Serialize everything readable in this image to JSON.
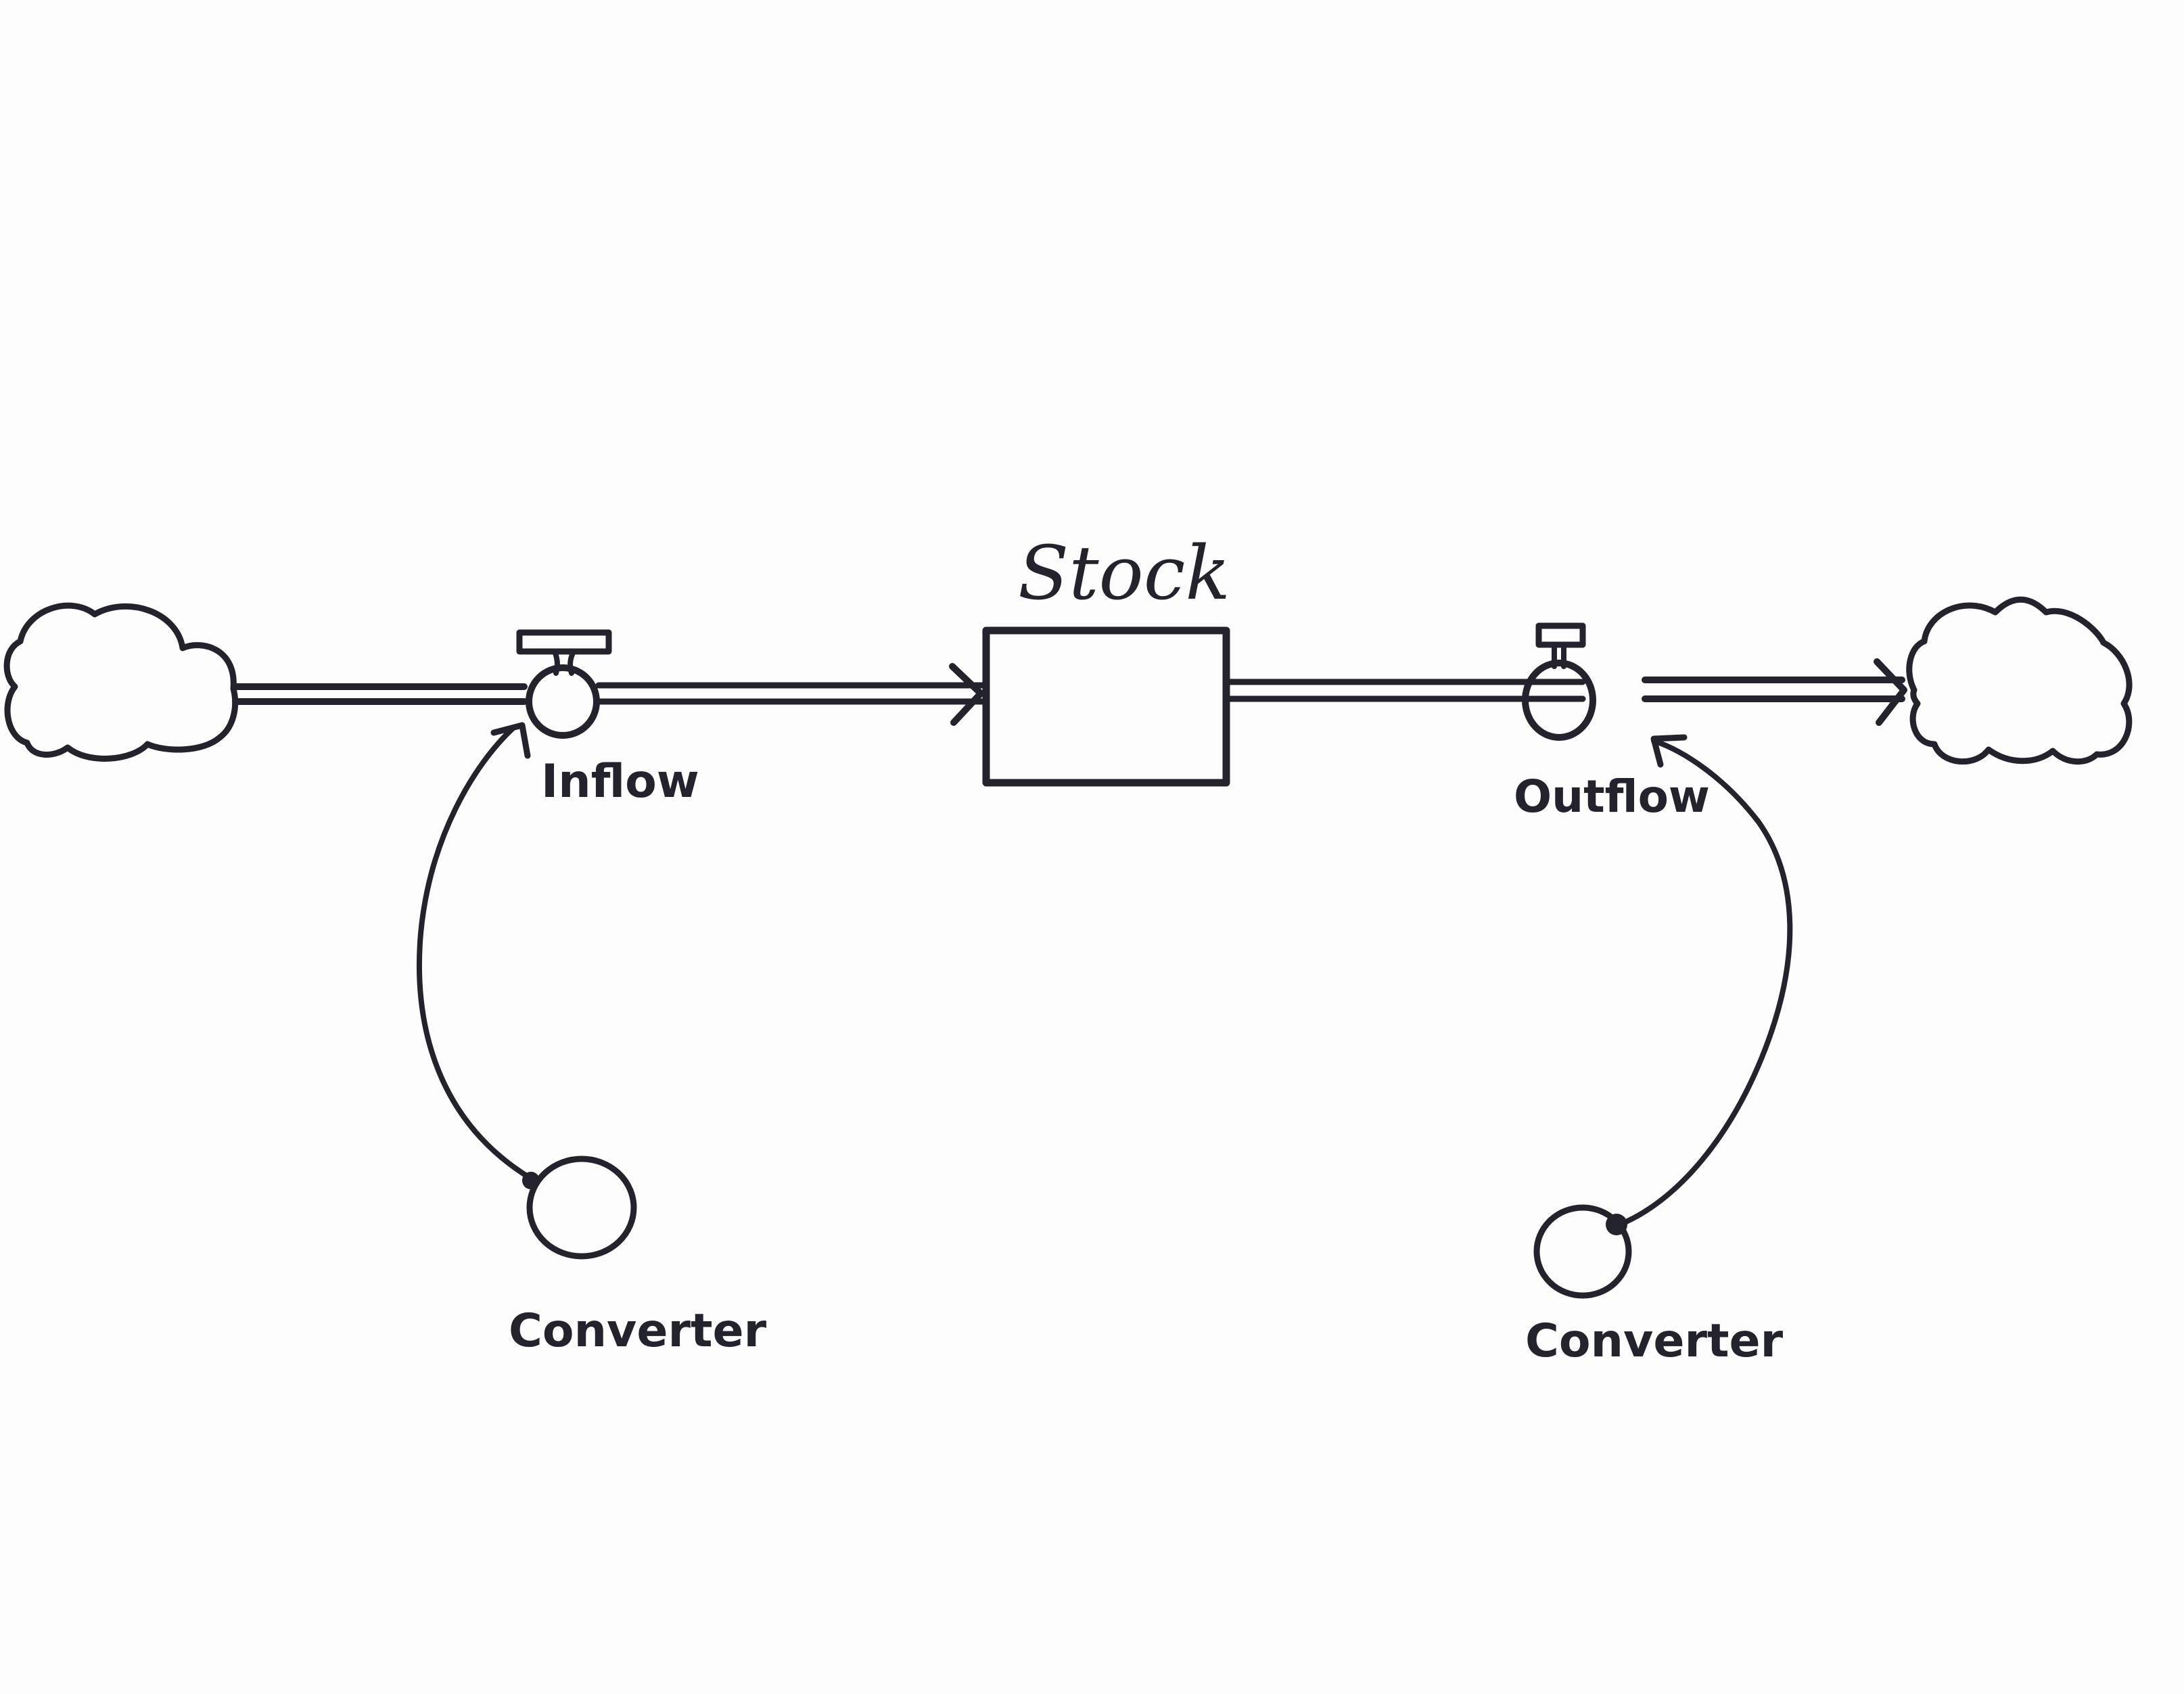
{
  "diagram": {
    "type": "stock-and-flow",
    "style": "hand-drawn",
    "ink_color": "#23232e",
    "paper_color": "#fdfdfd",
    "stock": {
      "label": "Stock"
    },
    "flows": [
      {
        "id": "inflow",
        "label": "Inflow",
        "from": "source-cloud",
        "to": "stock"
      },
      {
        "id": "outflow",
        "label": "Outflow",
        "from": "stock",
        "to": "sink-cloud"
      }
    ],
    "clouds": [
      {
        "id": "source-cloud",
        "role": "source"
      },
      {
        "id": "sink-cloud",
        "role": "sink"
      }
    ],
    "converters": [
      {
        "id": "converter-left",
        "label": "Converter",
        "connects_to": "inflow"
      },
      {
        "id": "converter-right",
        "label": "Converter",
        "connects_to": "outflow"
      }
    ]
  }
}
